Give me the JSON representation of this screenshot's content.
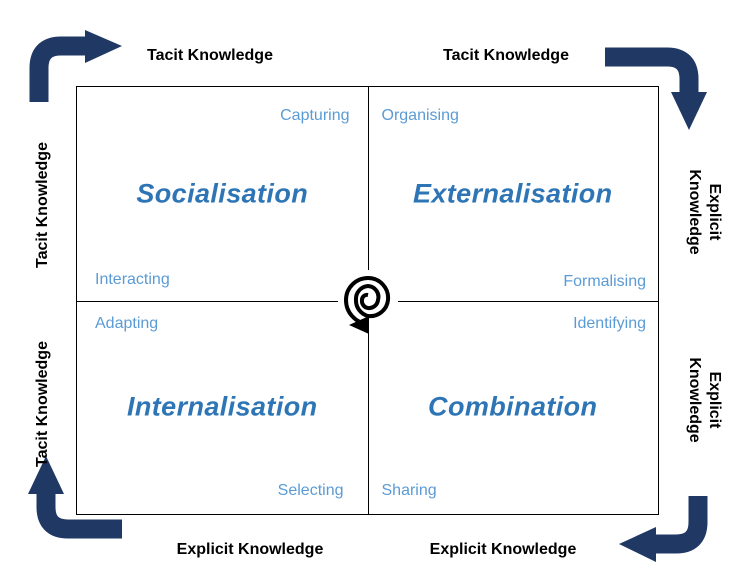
{
  "axis_labels": {
    "top_left": "Tacit Knowledge",
    "top_right": "Tacit Knowledge",
    "bottom_left": "Explicit Knowledge",
    "bottom_right": "Explicit Knowledge",
    "left_top": "Tacit Knowledge",
    "left_bottom": "Tacit Knowledge",
    "right_top": "Explicit Knowledge",
    "right_bottom": "Explicit Knowledge"
  },
  "quadrants": {
    "socialisation": {
      "title": "Socialisation",
      "top_corner": "Capturing",
      "bottom_corner": "Interacting"
    },
    "externalisation": {
      "title": "Externalisation",
      "top_corner": "Organising",
      "bottom_corner": "Formalising"
    },
    "internalisation": {
      "title": "Internalisation",
      "top_corner": "Adapting",
      "bottom_corner": "Selecting"
    },
    "combination": {
      "title": "Combination",
      "top_corner": "Identifying",
      "bottom_corner": "Sharing"
    }
  },
  "icons": {
    "center": "spiral-arrow-icon",
    "top_left": "curved-arrow-right-icon",
    "top_right": "curved-arrow-down-icon",
    "bottom_right": "curved-arrow-left-icon",
    "bottom_left": "curved-arrow-up-icon"
  },
  "colors": {
    "arrow": "#1F3864",
    "quadrant_title": "#2E75B6",
    "corner_label": "#5B9BD5",
    "line": "#000000",
    "background": "#FFFFFF"
  }
}
